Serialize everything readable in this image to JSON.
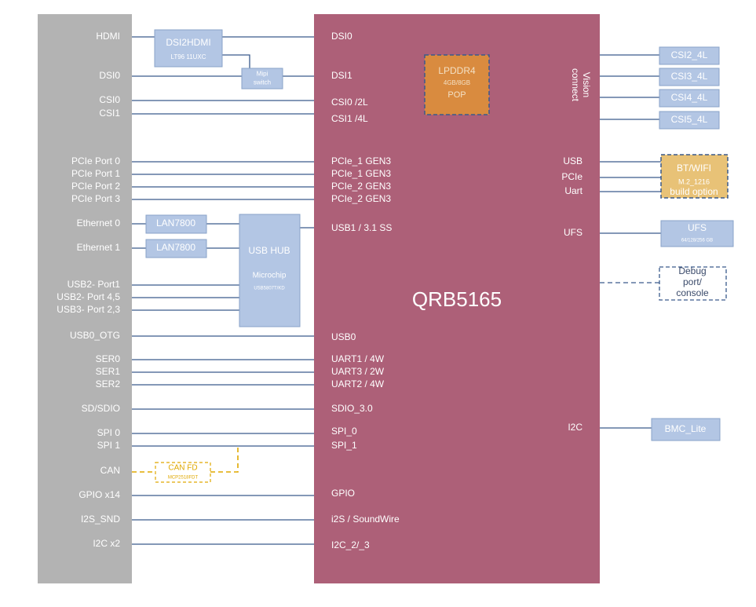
{
  "colors": {
    "connector_panel": "#b3b3b3",
    "soc": "#ad6078",
    "module_fill": "#b3c6e4",
    "module_stroke": "#8aa3c8",
    "memory": "#d98b3f",
    "line": "#3a5a8c",
    "optional": "#e0a800",
    "optional_fill": "#e8c277",
    "white_text": "#ffffff",
    "dark_text": "#3a4a6a"
  },
  "soc": {
    "name": "QRB5165",
    "vision_label": "Vision\nconnect",
    "left_ports": [
      "DSI0",
      "DSI1",
      "CSI0 /2L",
      "CSI1 /4L",
      "PCIe_1 GEN3",
      "PCIe_1 GEN3",
      "PCIe_2 GEN3",
      "PCIe_2 GEN3",
      "USB1 / 3.1 SS",
      "USB0",
      "UART1 / 4W",
      "UART3 / 2W",
      "UART2 / 4W",
      "SDIO_3.0",
      "SPI_0",
      "SPI_1",
      "GPIO",
      "i2S / SoundWire",
      "I2C_2/_3"
    ],
    "right_ports": [
      "USB",
      "PCIe",
      "Uart",
      "UFS",
      "I2C"
    ]
  },
  "connector_labels": [
    "HDMI",
    "DSI0",
    "CSI0",
    "CSI1",
    "PCIe  Port 0",
    "PCIe  Port 1",
    "PCIe  Port 2",
    "PCIe  Port 3",
    "Ethernet 0",
    "Ethernet 1",
    "USB2-    Port1",
    "USB2-  Port 4,5",
    "USB3-  Port 2,3",
    "USB0_OTG",
    "SER0",
    "SER1",
    "SER2",
    "SD/SDIO",
    "SPI 0",
    "SPI 1",
    "CAN",
    "GPIO x14",
    "I2S_SND",
    "I2C x2"
  ],
  "modules": {
    "dsi2hdmi": {
      "title": "DSI2HDMI",
      "subtitle": "LT96 11UXC"
    },
    "mipi_switch": {
      "title": "Mipi\nswitch"
    },
    "lpddr": {
      "title": "LPDDR4",
      "subtitle": "4GB/8GB",
      "line3": "POP"
    },
    "lan0": {
      "title": "LAN7800"
    },
    "lan1": {
      "title": "LAN7800"
    },
    "usb_hub": {
      "title": "USB HUB",
      "subtitle": "Microchip",
      "part": "USB5807T/KD"
    },
    "can_fd": {
      "title": "CAN FD",
      "subtitle": "MCP2518FDT"
    },
    "csi": [
      "CSI2_4L",
      "CSI3_4L",
      "CSI4_4L",
      "CSI5_4L"
    ],
    "bt_wifi": {
      "title": "BT/WIFI",
      "subtitle": "M.2_1216",
      "note": "build option"
    },
    "ufs": {
      "title": "UFS",
      "subtitle": "64/128/256 GB"
    },
    "debug": {
      "title": "Debug\nport/\nconsole"
    },
    "bmc": {
      "title": "BMC_Lite"
    }
  }
}
